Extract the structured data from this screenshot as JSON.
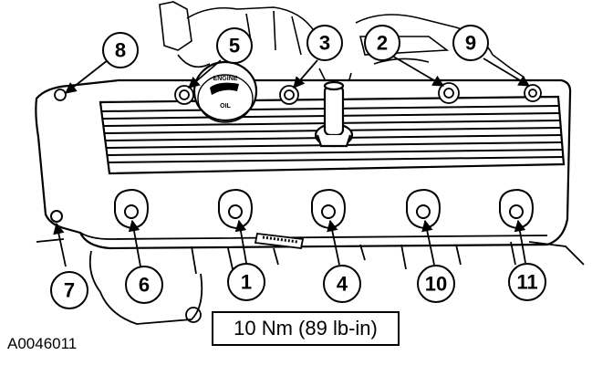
{
  "figure_id": "A0046011",
  "torque_spec": "10 Nm (89 lb-in)",
  "oil_cap": {
    "line1": "ENGINE",
    "line2": "OIL"
  },
  "bolts": [
    {
      "id": "8",
      "label": "8"
    },
    {
      "id": "5",
      "label": "5"
    },
    {
      "id": "3",
      "label": "3"
    },
    {
      "id": "2",
      "label": "2"
    },
    {
      "id": "9",
      "label": "9"
    },
    {
      "id": "7",
      "label": "7"
    },
    {
      "id": "6",
      "label": "6"
    },
    {
      "id": "1",
      "label": "1"
    },
    {
      "id": "4",
      "label": "4"
    },
    {
      "id": "10",
      "label": "10"
    },
    {
      "id": "11",
      "label": "11"
    }
  ]
}
